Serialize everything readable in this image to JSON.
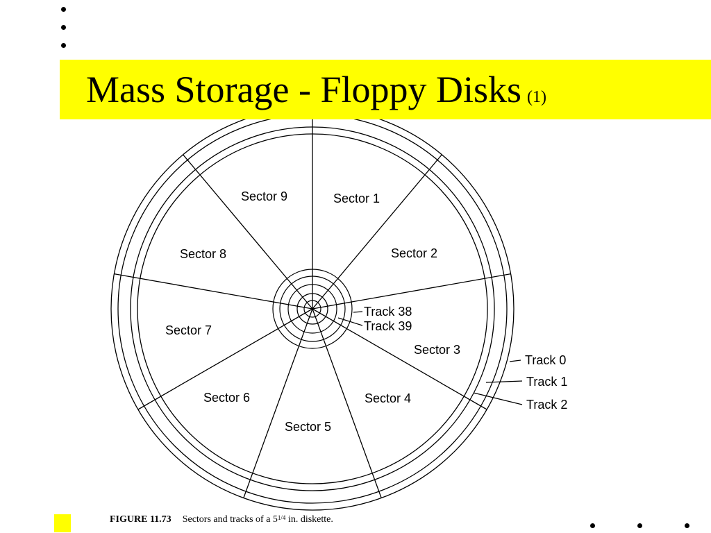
{
  "slide": {
    "title": "Mass Storage - Floppy Disks",
    "title_suffix": "(1)"
  },
  "diagram": {
    "sectors": [
      {
        "id": 1,
        "label": "Sector 1"
      },
      {
        "id": 2,
        "label": "Sector 2"
      },
      {
        "id": 3,
        "label": "Sector 3"
      },
      {
        "id": 4,
        "label": "Sector 4"
      },
      {
        "id": 5,
        "label": "Sector 5"
      },
      {
        "id": 6,
        "label": "Sector 6"
      },
      {
        "id": 7,
        "label": "Sector 7"
      },
      {
        "id": 8,
        "label": "Sector 8"
      },
      {
        "id": 9,
        "label": "Sector 9"
      }
    ],
    "tracks": {
      "outer": [
        "Track 0",
        "Track 1",
        "Track 2"
      ],
      "inner": [
        "Track 38",
        "Track 39"
      ]
    }
  },
  "caption": {
    "figure": "FIGURE 11.73",
    "text_before": "Sectors and tracks of a 5",
    "frac": "1/4",
    "text_after": " in. diskette."
  },
  "colors": {
    "highlight": "#ffff00",
    "ink": "#000000"
  }
}
